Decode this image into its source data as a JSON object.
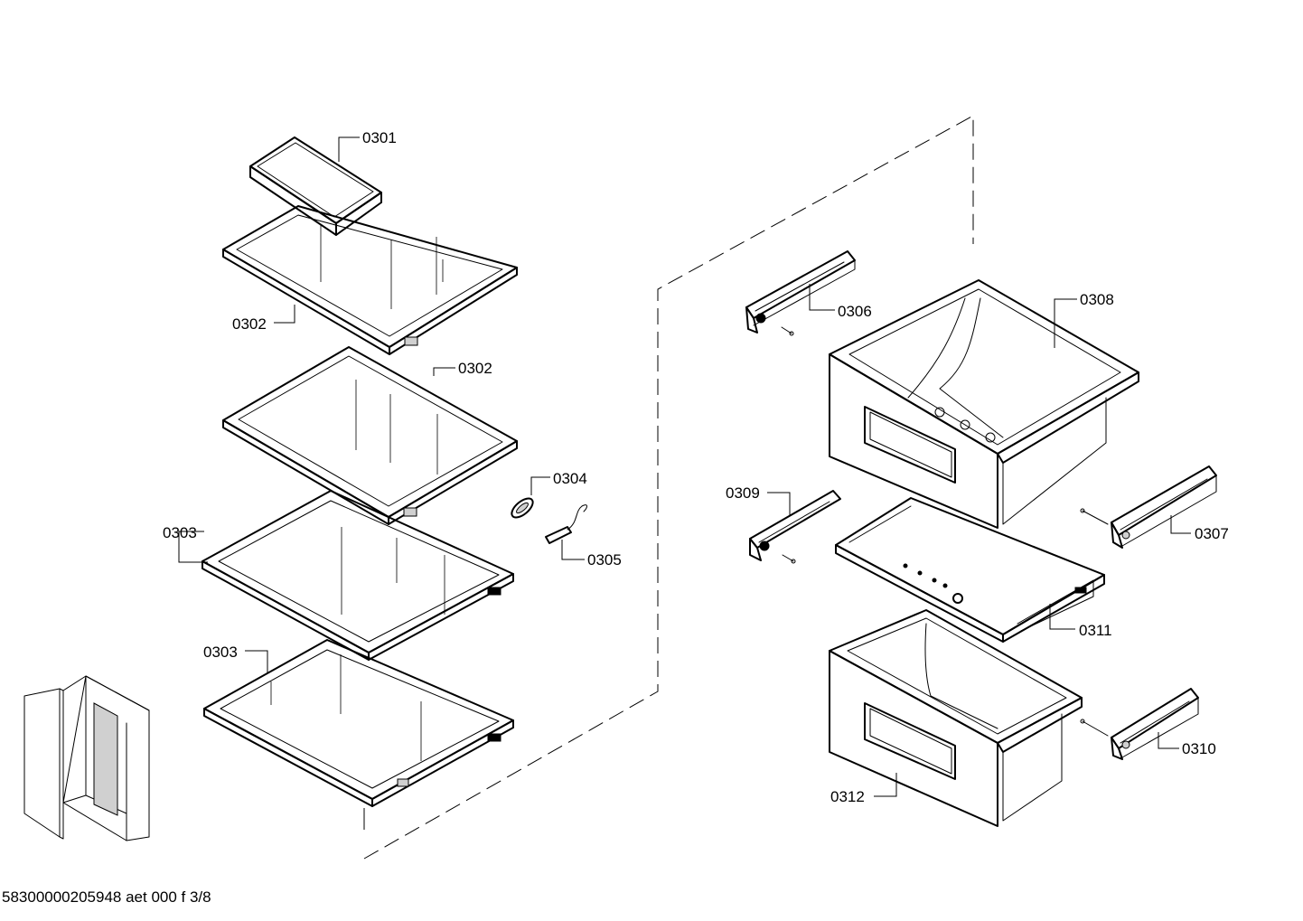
{
  "callouts": {
    "c0301": "0301",
    "c0302a": "0302",
    "c0302b": "0302",
    "c0303a": "0303",
    "c0303b": "0303",
    "c0304": "0304",
    "c0305": "0305",
    "c0306": "0306",
    "c0307": "0307",
    "c0308": "0308",
    "c0309": "0309",
    "c0310": "0310",
    "c0311": "0311",
    "c0312": "0312"
  },
  "footer": "58300000205948 aet 000 f 3/8"
}
